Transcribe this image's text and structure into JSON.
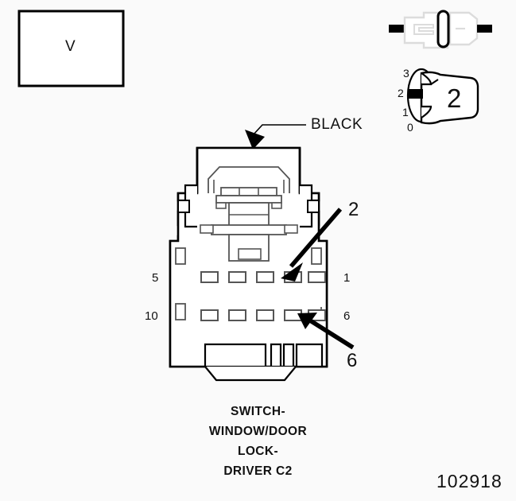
{
  "figure": {
    "number": "102918",
    "caption_lines": [
      "SWITCH-",
      "WINDOW/DOOR",
      "LOCK-",
      "DRIVER C2"
    ],
    "view_box_label": "V",
    "wire_color_label": "BLACK"
  },
  "connector": {
    "pin_labels": {
      "top_row_left": "5",
      "top_row_right": "1",
      "bottom_row_left": "10",
      "bottom_row_right": "6"
    },
    "cavity_count_per_row": 5,
    "row_count": 2
  },
  "callouts": [
    {
      "label": "2",
      "target": "cavity-2"
    },
    {
      "label": "6",
      "target": "cavity-6"
    }
  ],
  "terminal_icon": {
    "scale_labels": [
      "3",
      "2",
      "1",
      "0"
    ],
    "selected_position": "2",
    "face_label": "2"
  },
  "colors": {
    "background": "#fafafa",
    "ink": "#000000",
    "line_gray": "#555555",
    "ghost_gray": "#dcdcdc"
  }
}
